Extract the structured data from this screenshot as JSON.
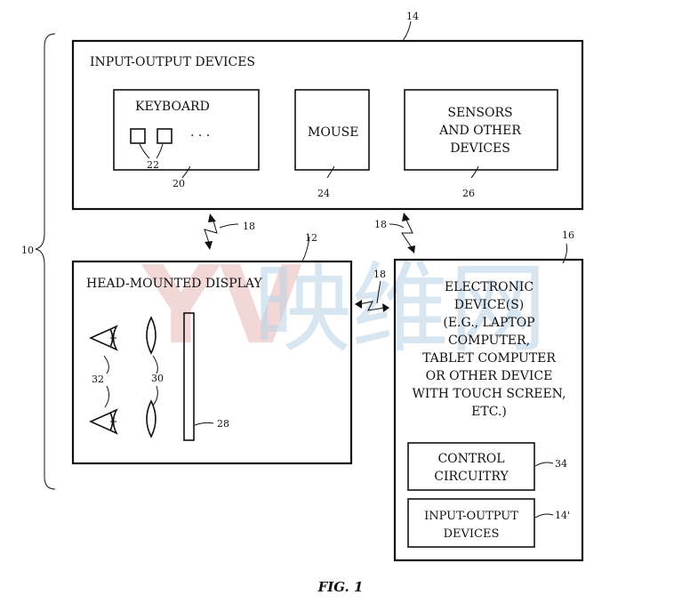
{
  "watermark": {
    "logo": "YV",
    "text": "映维网"
  },
  "refs": {
    "system": "10",
    "io_devices": "14",
    "hmd": "12",
    "electronic": "16",
    "link": "18",
    "keyboard": "20",
    "keys": "22",
    "mouse": "24",
    "sensors": "26",
    "display": "28",
    "lenses": "30",
    "eyes": "32",
    "control": "34",
    "io2": "14'"
  },
  "io_devices": {
    "title": "INPUT-OUTPUT DEVICES",
    "keyboard": "KEYBOARD",
    "ellipsis": "· · ·",
    "mouse": "MOUSE",
    "sensors": [
      "SENSORS",
      "AND OTHER",
      "DEVICES"
    ]
  },
  "hmd": {
    "title": "HEAD-MOUNTED DISPLAY"
  },
  "electronic": {
    "lines": [
      "ELECTRONIC",
      "DEVICE(S)",
      "(E.G., LAPTOP",
      "COMPUTER,",
      "TABLET COMPUTER",
      "OR OTHER DEVICE",
      "WITH TOUCH SCREEN,",
      "ETC.)"
    ],
    "control": [
      "CONTROL",
      "CIRCUITRY"
    ],
    "io2": [
      "INPUT-OUTPUT",
      "DEVICES"
    ]
  },
  "caption": "FIG. 1"
}
